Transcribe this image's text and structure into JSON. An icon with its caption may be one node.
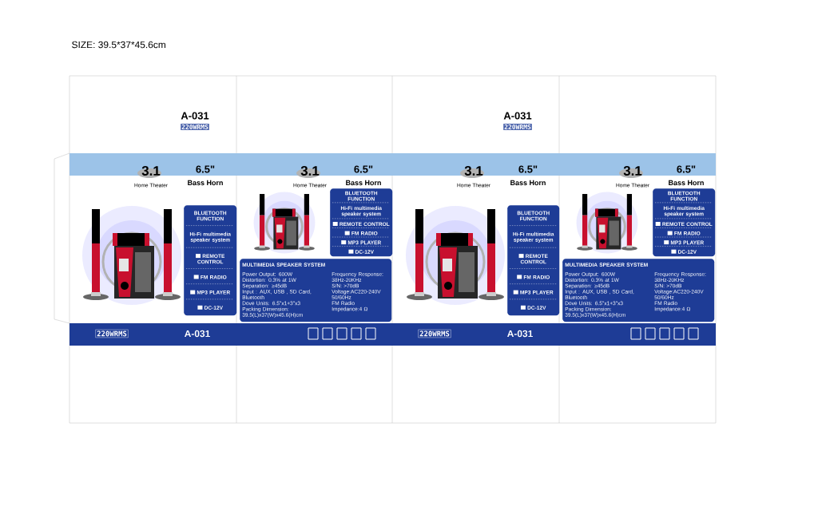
{
  "diagram": {
    "title": "SIZE: 39.5*37*45.6cm",
    "nodes": [
      {
        "text": [
          "BLUETOOTH FUNCTION",
          "Hi-Fi multimedia speaker system",
          "REMOTE CONTROL",
          "FM RADIO",
          "MP3 PLAYER",
          "DC-12V"
        ]
      },
      {
        "text": [
          "BLUETOOTH FUNCTION",
          "Hi-Fi multimedia speaker system",
          "REMOTE CONTROL",
          "FM RADIO",
          "MP3 PLAYER",
          "DC-12V"
        ]
      },
      {
        "text": [
          "BLUETOOTH FUNCTION",
          "Hi-Fi multimedia speaker system",
          "REMOTE CONTROL",
          "FM RADIO",
          "MP3 PLAYER",
          "DC-12V"
        ]
      },
      {
        "text": [
          "BLUETOOTH FUNCTION",
          "Hi-Fi multimedia speaker system",
          "REMOTE CONTROL",
          "FM RADIO",
          "MP3 PLAYER",
          "DC-12V"
        ]
      },
      {
        "text": [
          "MULTIMEDIA SPEAKER SYSTEM",
          "Power Output: 600W",
          "Distortion: 0.3% at 1W",
          "Separation: ≥45dB",
          "Input : AUX, USB , SD Card, Bluetooth",
          "Dove Units: 6.5\"x1+3\"x3",
          "Packing Dimension: 39.5(L)x37(W)x45.6(H)cm",
          "Frequency Response: 38Hz-20KHz",
          "S/N: >70dB",
          "Voltage:AC220-240V 50/60Hz",
          "FM Radio",
          "Impedance:4 Ω"
        ]
      },
      {
        "text": [
          "MULTIMEDIA SPEAKER SYSTEM",
          "Power Output: 600W",
          "Distortion: 0.3% at 1W",
          "Separation: ≥45dB",
          "Input : AUX, USB , SD Card, Bluetooth",
          "Dove Units: 6.5\"x1+3\"x3",
          "Packing Dimension: 39.5(L)x37(W)x45.6(H)cm",
          "Frequency Response: 38Hz-20KHz",
          "S/N: >70dB",
          "Voltage:AC220-240V 50/60Hz",
          "FM Radio",
          "Impedance:4 Ω"
        ]
      }
    ],
    "labels": [
      "A-031",
      "220WRMS",
      "A-031",
      "220WRMS",
      "3.1",
      "Home Theater",
      "6.5\"",
      "Bass Horn",
      "3.1",
      "Home Theater",
      "6.5\"",
      "Bass Horn",
      "3.1",
      "Home Theater",
      "6.5\"",
      "Bass Horn",
      "3.1",
      "Home Theater",
      "6.5\"",
      "Bass Horn",
      "220WRMS",
      "A-031",
      "220WRMS",
      "A-031"
    ]
  }
}
